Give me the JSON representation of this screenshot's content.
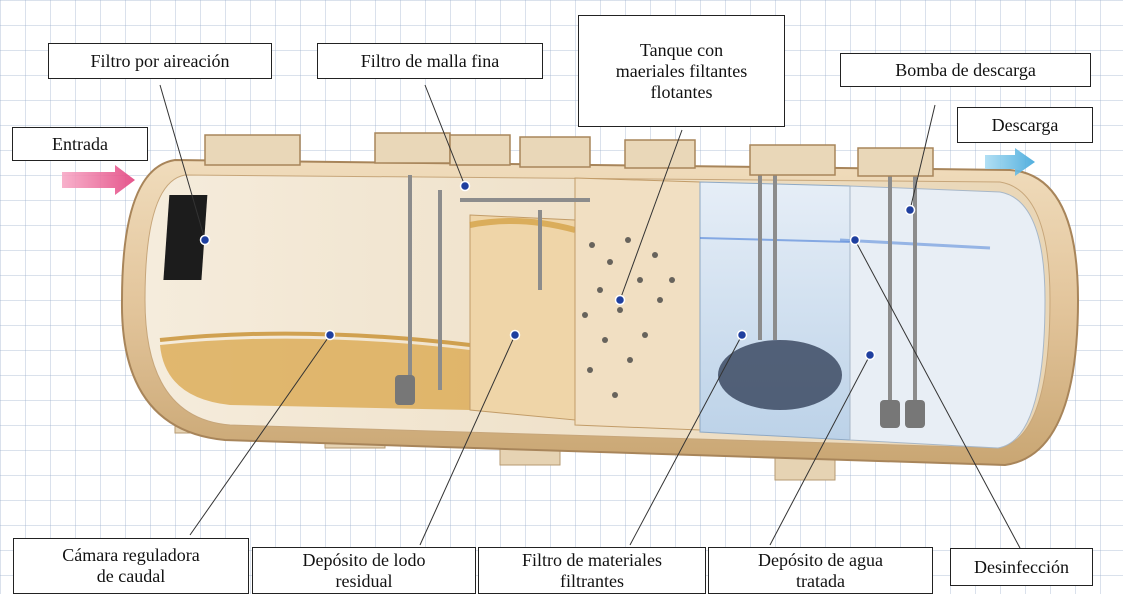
{
  "labels": {
    "entrada": "Entrada",
    "filtro_aireacion": "Filtro por aireación",
    "filtro_malla": "Filtro de malla fina",
    "tanque_flotantes": "Tanque con\nmaeriales filtantes\nflotantes",
    "bomba": "Bomba de descarga",
    "descarga": "Descarga",
    "camara": "Cámara reguladora\nde caudal",
    "lodo": "Depósito de lodo\nresidual",
    "filtro_materiales": "Filtro de materiales\nfiltrantes",
    "agua_tratada": "Depósito de agua\ntratada",
    "desinfeccion": "Desinfección"
  },
  "colors": {
    "tank_shell": "#e4c9a0",
    "sludge": "#d9a64a",
    "water": "#cfe0f0",
    "arrow_in": "#e85a8f",
    "arrow_out": "#5ab0de",
    "marker": "#1f3f9f"
  }
}
